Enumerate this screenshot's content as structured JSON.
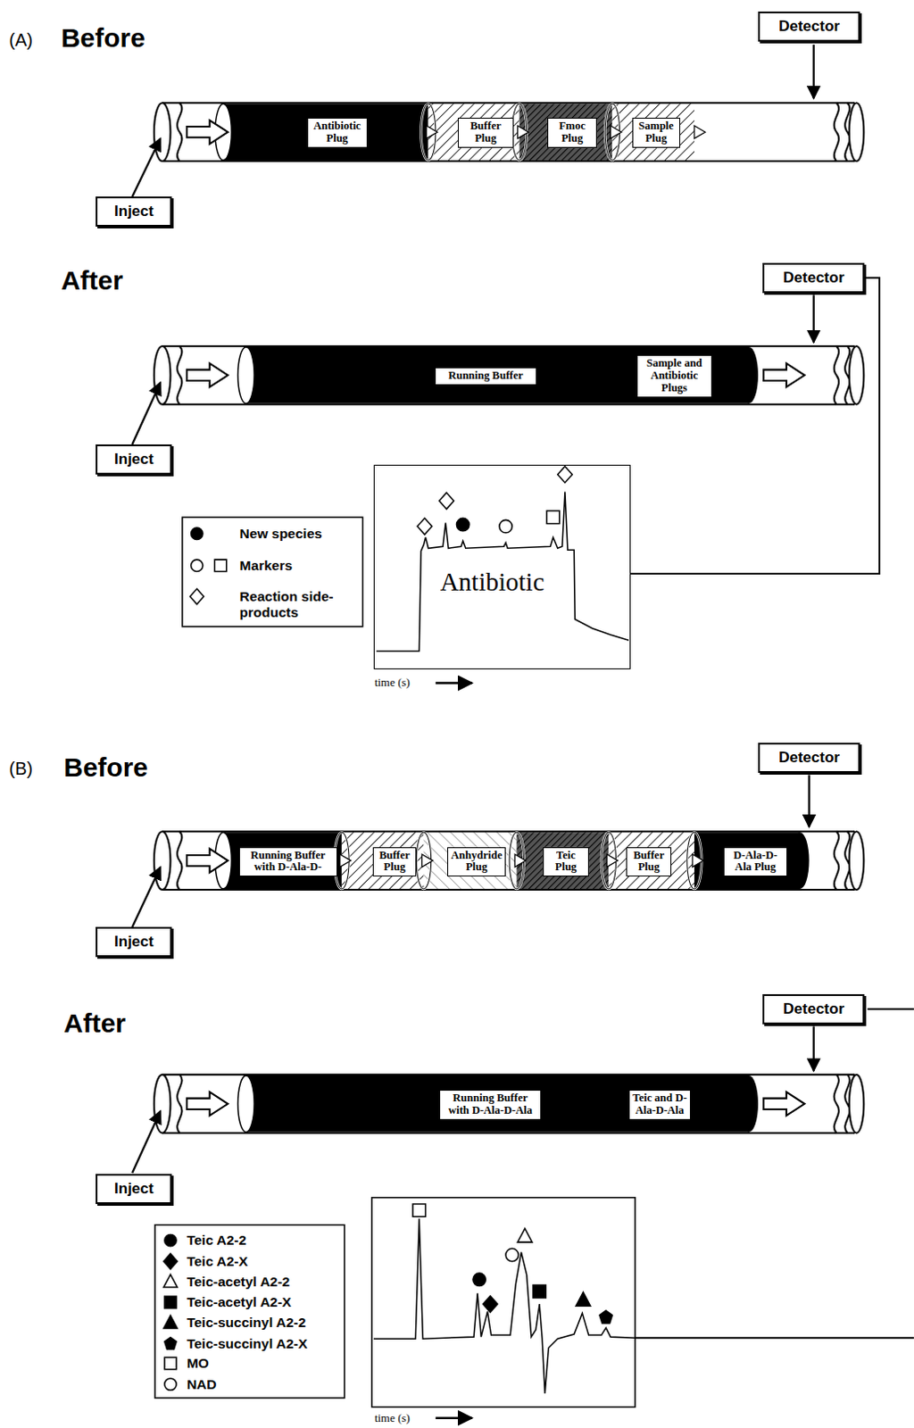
{
  "diagram": {
    "nodes": [
      {
        "text": [
          "Detector"
        ]
      },
      {
        "text": [
          "Antibiotic Plug"
        ]
      },
      {
        "text": [
          "Buffer Plug"
        ]
      },
      {
        "text": [
          "Fmoc Plug"
        ]
      },
      {
        "text": [
          "Sample Plug"
        ]
      },
      {
        "text": [
          "Inject"
        ]
      },
      {
        "text": [
          "Detector"
        ]
      },
      {
        "text": [
          "Running Buffer"
        ]
      },
      {
        "text": [
          "Sample and Antibiotic Plugs"
        ]
      },
      {
        "text": [
          "Inject"
        ]
      },
      {
        "text": [
          "Antibiotic"
        ]
      },
      {
        "text": [
          "Detector"
        ]
      },
      {
        "text": [
          "Running Buffer with D-Ala-D-"
        ]
      },
      {
        "text": [
          "Buffer Plug"
        ]
      },
      {
        "text": [
          "Anhydride Plug"
        ]
      },
      {
        "text": [
          "Teic Plug"
        ]
      },
      {
        "text": [
          "Buffer Plug"
        ]
      },
      {
        "text": [
          "D-Ala-D-Ala Plug"
        ]
      },
      {
        "text": [
          "Inject"
        ]
      },
      {
        "text": [
          "Detector"
        ]
      },
      {
        "text": [
          "Running Buffer with D-Ala-D-Ala"
        ]
      },
      {
        "text": [
          "Teic and D-Ala-D-Ala"
        ]
      },
      {
        "text": [
          "Inject"
        ]
      }
    ],
    "edges": [
      {
        "from": 6,
        "to": 10,
        "arrow": "none"
      }
    ],
    "labels": [
      "(A)",
      "Before",
      "After",
      "time (s)",
      "(B)",
      "Before",
      "After",
      "time (s)"
    ],
    "legend": [
      {
        "text": "New species"
      },
      {
        "text": "Markers"
      },
      {
        "text": "Reaction side-products"
      },
      {
        "text": "Teic A2-2"
      },
      {
        "text": "Teic A2-X"
      },
      {
        "text": "Teic-acetyl A2-2"
      },
      {
        "text": "Teic-acetyl A2-X"
      },
      {
        "text": "Teic-succinyl A2-2"
      },
      {
        "text": "Teic-succinyl A2-X"
      },
      {
        "text": "MO"
      },
      {
        "text": "NAD"
      }
    ]
  }
}
